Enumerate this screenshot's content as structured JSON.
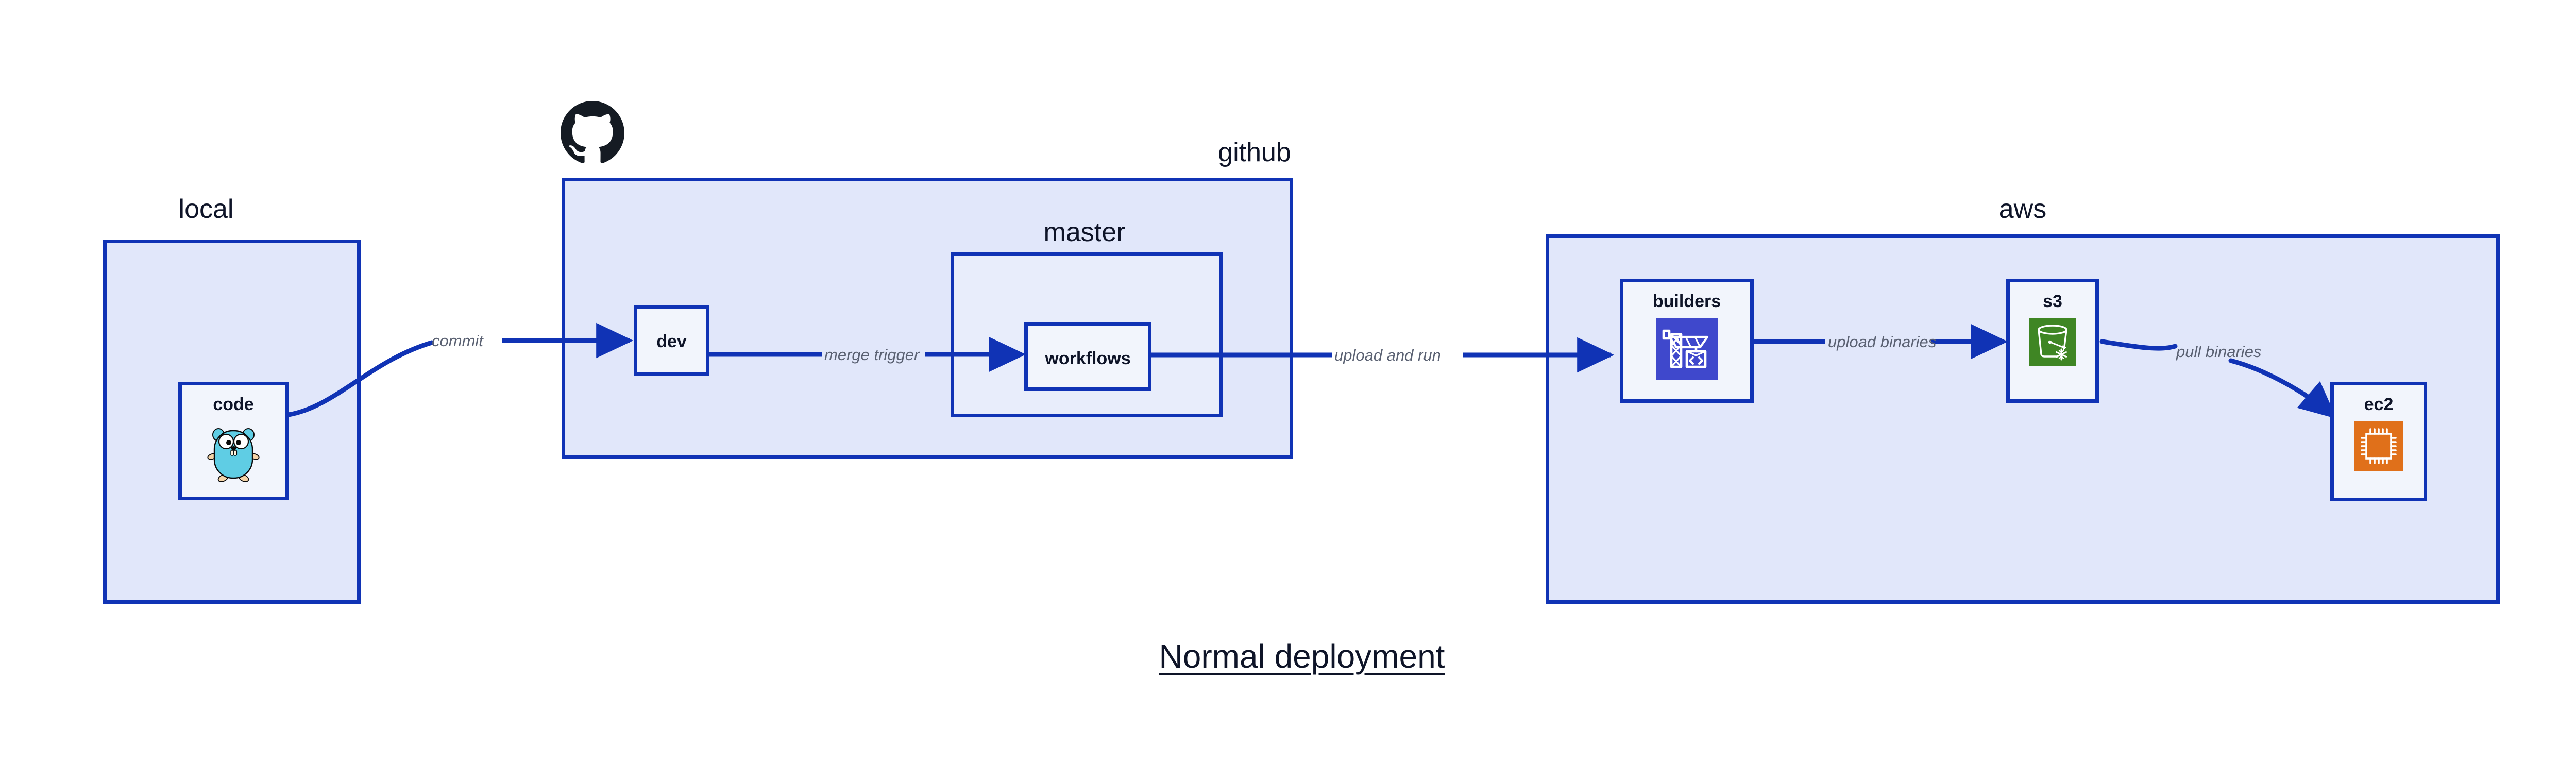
{
  "diagram": {
    "title": "Normal deployment",
    "colors": {
      "border": "#1033B5",
      "group_fill": "#E1E7FA",
      "nested_group_fill": "#E8EDFB",
      "node_fill": "#F2F5FC",
      "label_text": "#0E1428",
      "edge_label_text": "#5A6172",
      "edge_stroke": "#1033B5",
      "codebuild_icon": "#3F48CC",
      "s3_icon": "#3F8624",
      "ec2_icon": "#E0701A",
      "gopher_body": "#5FCDE4",
      "gopher_limb": "#F6D5A8",
      "octocat": "#151B23"
    },
    "groups": [
      {
        "id": "local",
        "label": "local"
      },
      {
        "id": "github",
        "label": "github"
      },
      {
        "id": "master",
        "label": "master"
      },
      {
        "id": "aws",
        "label": "aws"
      }
    ],
    "nodes": [
      {
        "id": "code",
        "label": "code",
        "icon": "go-gopher-icon",
        "group": "local"
      },
      {
        "id": "dev",
        "label": "dev",
        "icon": null,
        "group": "github"
      },
      {
        "id": "workflows",
        "label": "workflows",
        "icon": null,
        "group": "master"
      },
      {
        "id": "builders",
        "label": "builders",
        "icon": "aws-codebuild-icon",
        "group": "aws"
      },
      {
        "id": "s3",
        "label": "s3",
        "icon": "aws-s3-bucket-icon",
        "group": "aws"
      },
      {
        "id": "ec2",
        "label": "ec2",
        "icon": "aws-ec2-chip-icon",
        "group": "aws"
      }
    ],
    "edges": [
      {
        "id": "code-to-dev",
        "from": "code",
        "to": "dev",
        "label": "commit"
      },
      {
        "id": "dev-to-workflows",
        "from": "dev",
        "to": "workflows",
        "label": "merge trigger"
      },
      {
        "id": "workflows-to-builders",
        "from": "workflows",
        "to": "builders",
        "label": "upload and run"
      },
      {
        "id": "builders-to-s3",
        "from": "builders",
        "to": "s3",
        "label": "upload binaries"
      },
      {
        "id": "s3-to-ec2",
        "from": "s3",
        "to": "ec2",
        "label": "pull binaries"
      }
    ],
    "logos": [
      {
        "id": "github-octocat",
        "name": "github-logo-icon"
      }
    ]
  }
}
